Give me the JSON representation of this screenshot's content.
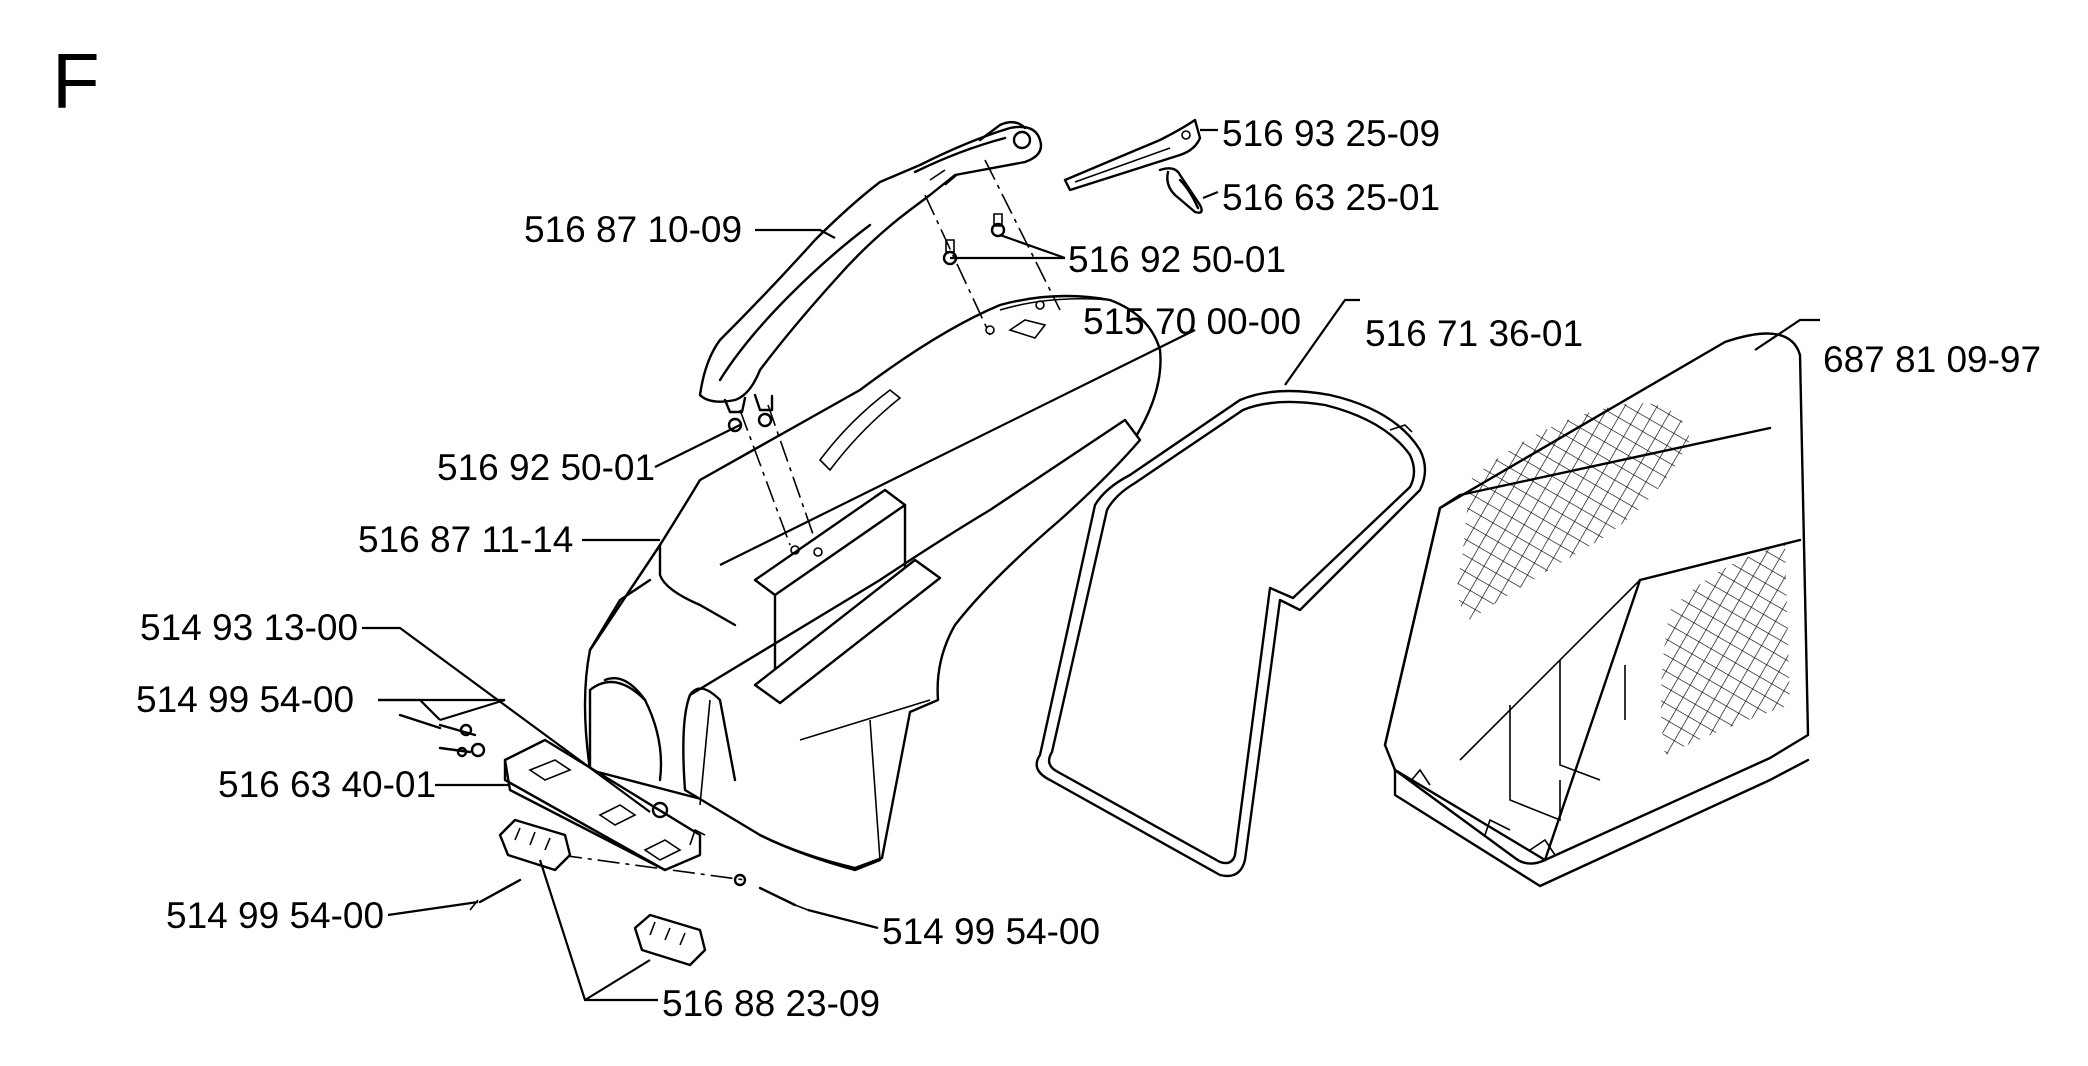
{
  "section_letter": "F",
  "labels": {
    "p516_93_25_09": "516 93 25-09",
    "p516_63_25_01": "516 63 25-01",
    "p516_87_10_09": "516 87 10-09",
    "p516_92_50_01_top": "516 92 50-01",
    "p515_70_00_00": "515 70 00-00",
    "p516_71_36_01": "516 71 36-01",
    "p687_81_09_97": "687 81 09-97",
    "p516_92_50_01_left": "516 92 50-01",
    "p516_87_11_14": "516 87 11-14",
    "p514_93_13_00": "514 93 13-00",
    "p514_99_54_00_a": "514 99 54-00",
    "p516_63_40_01": "516 63 40-01",
    "p514_99_54_00_b": "514 99 54-00",
    "p514_99_54_00_c": "514 99 54-00",
    "p516_88_23_09": "516 88 23-09"
  },
  "colors": {
    "ink": "#000000",
    "paper": "#ffffff"
  }
}
